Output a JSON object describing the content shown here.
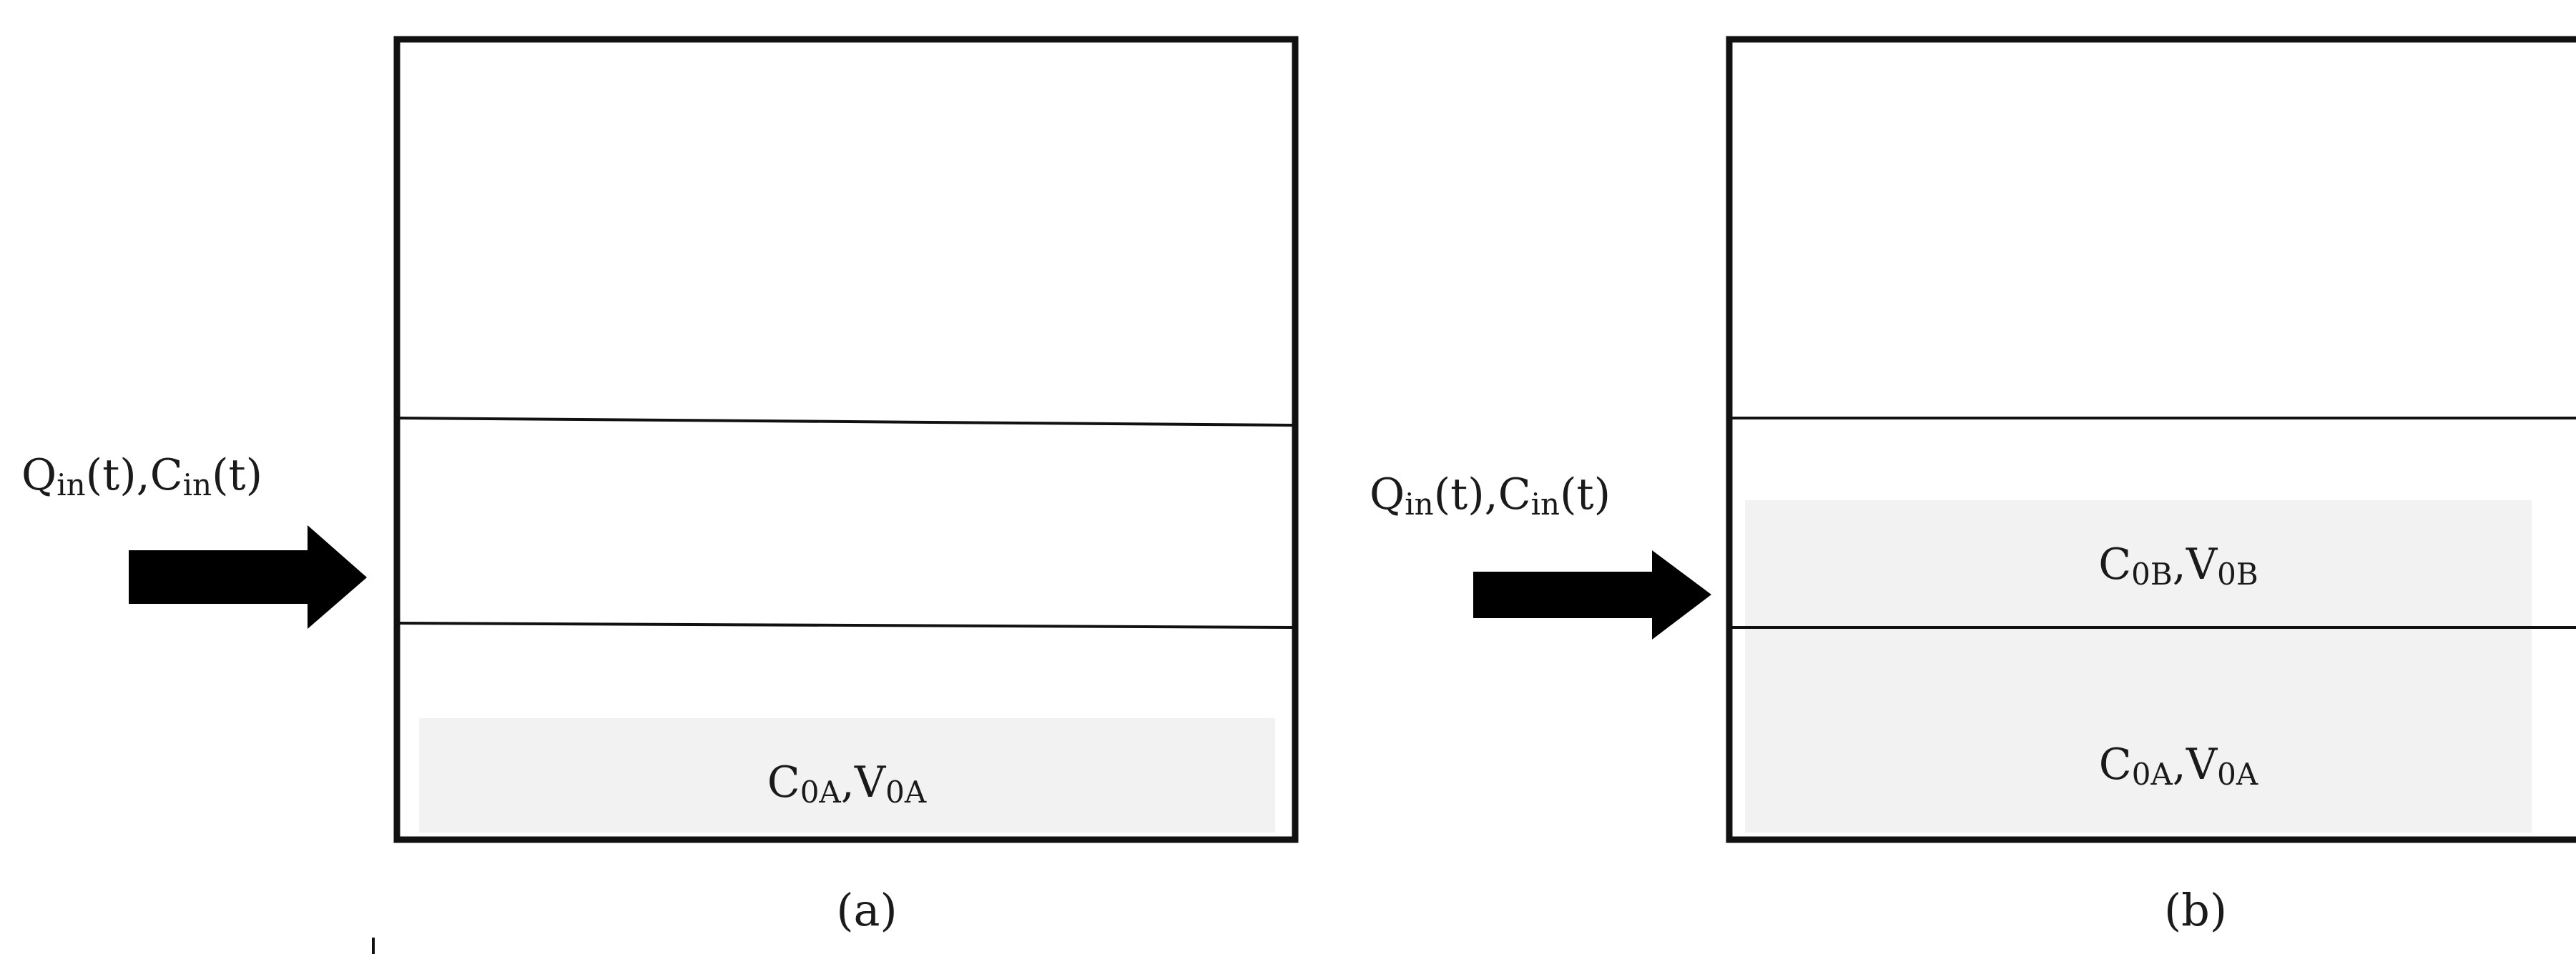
{
  "panels": [
    {
      "caption": "(a)",
      "inflow": {
        "q_main": "Q",
        "q_sub": "in",
        "q_tail": "(t),",
        "c_main": "C",
        "c_sub": "in",
        "c_tail": "(t)"
      },
      "layers": [
        {
          "c_main": "C",
          "c_sub": "0A",
          "sep": ",",
          "v_main": "V",
          "v_sub": "0A"
        }
      ]
    },
    {
      "caption": "(b)",
      "inflow": {
        "q_main": "Q",
        "q_sub": "in",
        "q_tail": "(t),",
        "c_main": "C",
        "c_sub": "in",
        "c_tail": "(t)"
      },
      "layers": [
        {
          "c_main": "C",
          "c_sub": "0B",
          "sep": ",",
          "v_main": "V",
          "v_sub": "0B"
        },
        {
          "c_main": "C",
          "c_sub": "0A",
          "sep": ",",
          "v_main": "V",
          "v_sub": "0A"
        }
      ]
    }
  ],
  "colors": {
    "outline": "#111111",
    "layer_fill": "#f2f2f2",
    "arrow": "#000000",
    "text": "#1a1a1a"
  }
}
